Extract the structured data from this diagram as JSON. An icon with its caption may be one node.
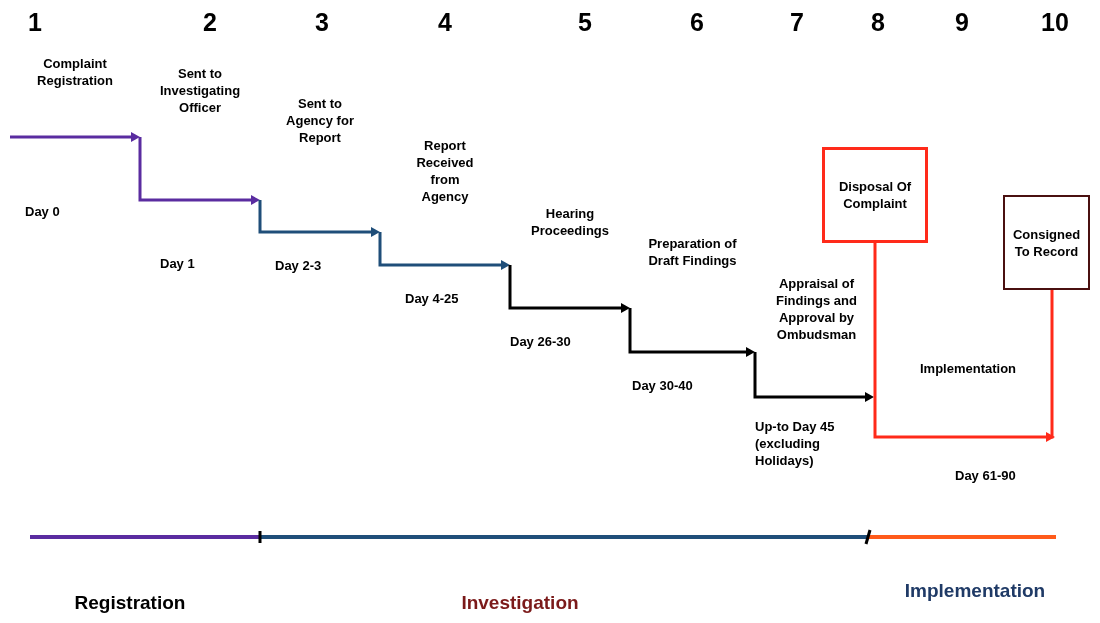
{
  "diagram": {
    "nodes": [
      {
        "text": [
          "Complaint Registration"
        ]
      },
      {
        "text": [
          "Sent to Investigating Officer"
        ]
      },
      {
        "text": [
          "Sent to Agency for Report"
        ]
      },
      {
        "text": [
          "Report Received from Agency"
        ]
      },
      {
        "text": [
          "Hearing Proceedings"
        ]
      },
      {
        "text": [
          "Preparation of Draft Findings"
        ]
      },
      {
        "text": [
          "Appraisal of Findings and Approval by Ombudsman"
        ]
      },
      {
        "text": [
          "Disposal Of Complaint"
        ]
      },
      {
        "text": [
          "Consigned To Record"
        ]
      }
    ],
    "edges": [
      {
        "from": null,
        "to": 1,
        "arrow": "to",
        "color": "#5a2ca0"
      },
      {
        "from": 1,
        "to": 2,
        "arrow": "to",
        "color": "#5a2ca0"
      },
      {
        "from": 2,
        "to": 3,
        "arrow": "to",
        "color": "#1f4e79"
      },
      {
        "from": 3,
        "to": 4,
        "arrow": "to",
        "color": "#1f4e79"
      },
      {
        "from": 4,
        "to": 5,
        "arrow": "to"
      },
      {
        "from": 5,
        "to": 6,
        "arrow": "to"
      },
      {
        "from": 6,
        "to": null,
        "arrow": "to"
      },
      {
        "from": 7,
        "to": 8,
        "arrow": "to",
        "label": "Implementation",
        "color": "#ff2a1a"
      }
    ],
    "labels": [
      "1",
      "2",
      "3",
      "4",
      "5",
      "6",
      "7",
      "8",
      "9",
      "10",
      "Day 0",
      "Day 1",
      "Day 2-3",
      "Day 4-25",
      "Day 26-30",
      "Day 30-40",
      "Up-to Day 45 (excluding Holidays)",
      "Day 61-90",
      "Registration",
      "Investigation",
      "Implementation"
    ]
  }
}
